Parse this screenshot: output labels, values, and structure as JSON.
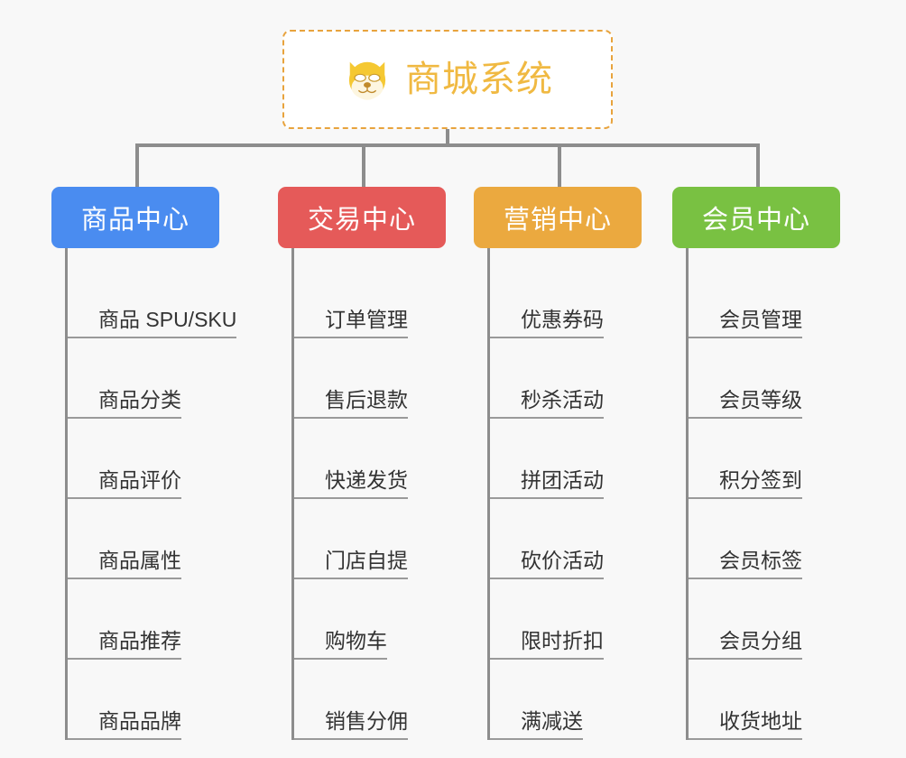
{
  "page": {
    "background_color": "#f8f8f8",
    "type": "mindmap"
  },
  "root": {
    "title": "商城系统",
    "icon": "dog-face-icon",
    "border_color": "#e8a33d",
    "text_color": "#f0b942",
    "background_color": "#ffffff"
  },
  "connector": {
    "color": "#8d8d8d"
  },
  "branches": [
    {
      "label": "商品中心",
      "color": "#4a8cf0",
      "items": [
        {
          "label": "商品 SPU/SKU"
        },
        {
          "label": "商品分类"
        },
        {
          "label": "商品评价"
        },
        {
          "label": "商品属性"
        },
        {
          "label": "商品推荐"
        },
        {
          "label": "商品品牌"
        }
      ]
    },
    {
      "label": "交易中心",
      "color": "#e55a59",
      "items": [
        {
          "label": "订单管理"
        },
        {
          "label": "售后退款"
        },
        {
          "label": "快递发货"
        },
        {
          "label": "门店自提"
        },
        {
          "label": "购物车"
        },
        {
          "label": "销售分佣"
        }
      ]
    },
    {
      "label": "营销中心",
      "color": "#eba93f",
      "items": [
        {
          "label": "优惠券码"
        },
        {
          "label": "秒杀活动"
        },
        {
          "label": "拼团活动"
        },
        {
          "label": "砍价活动"
        },
        {
          "label": "限时折扣"
        },
        {
          "label": "满减送"
        }
      ]
    },
    {
      "label": "会员中心",
      "color": "#79c142",
      "items": [
        {
          "label": "会员管理"
        },
        {
          "label": "会员等级"
        },
        {
          "label": "积分签到"
        },
        {
          "label": "会员标签"
        },
        {
          "label": "会员分组"
        },
        {
          "label": "收货地址"
        }
      ]
    }
  ]
}
